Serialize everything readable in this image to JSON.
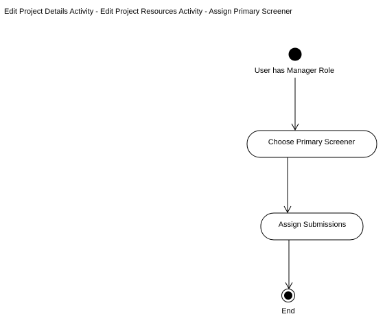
{
  "diagram": {
    "title": "Edit Project Details Activity - Edit Project Resources Activity - Assign Primary Screener",
    "start": {
      "label": "User has Manager Role"
    },
    "activities": [
      {
        "label": "Choose Primary Screener"
      },
      {
        "label": "Assign Submissions"
      }
    ],
    "end": {
      "label": "End"
    }
  }
}
